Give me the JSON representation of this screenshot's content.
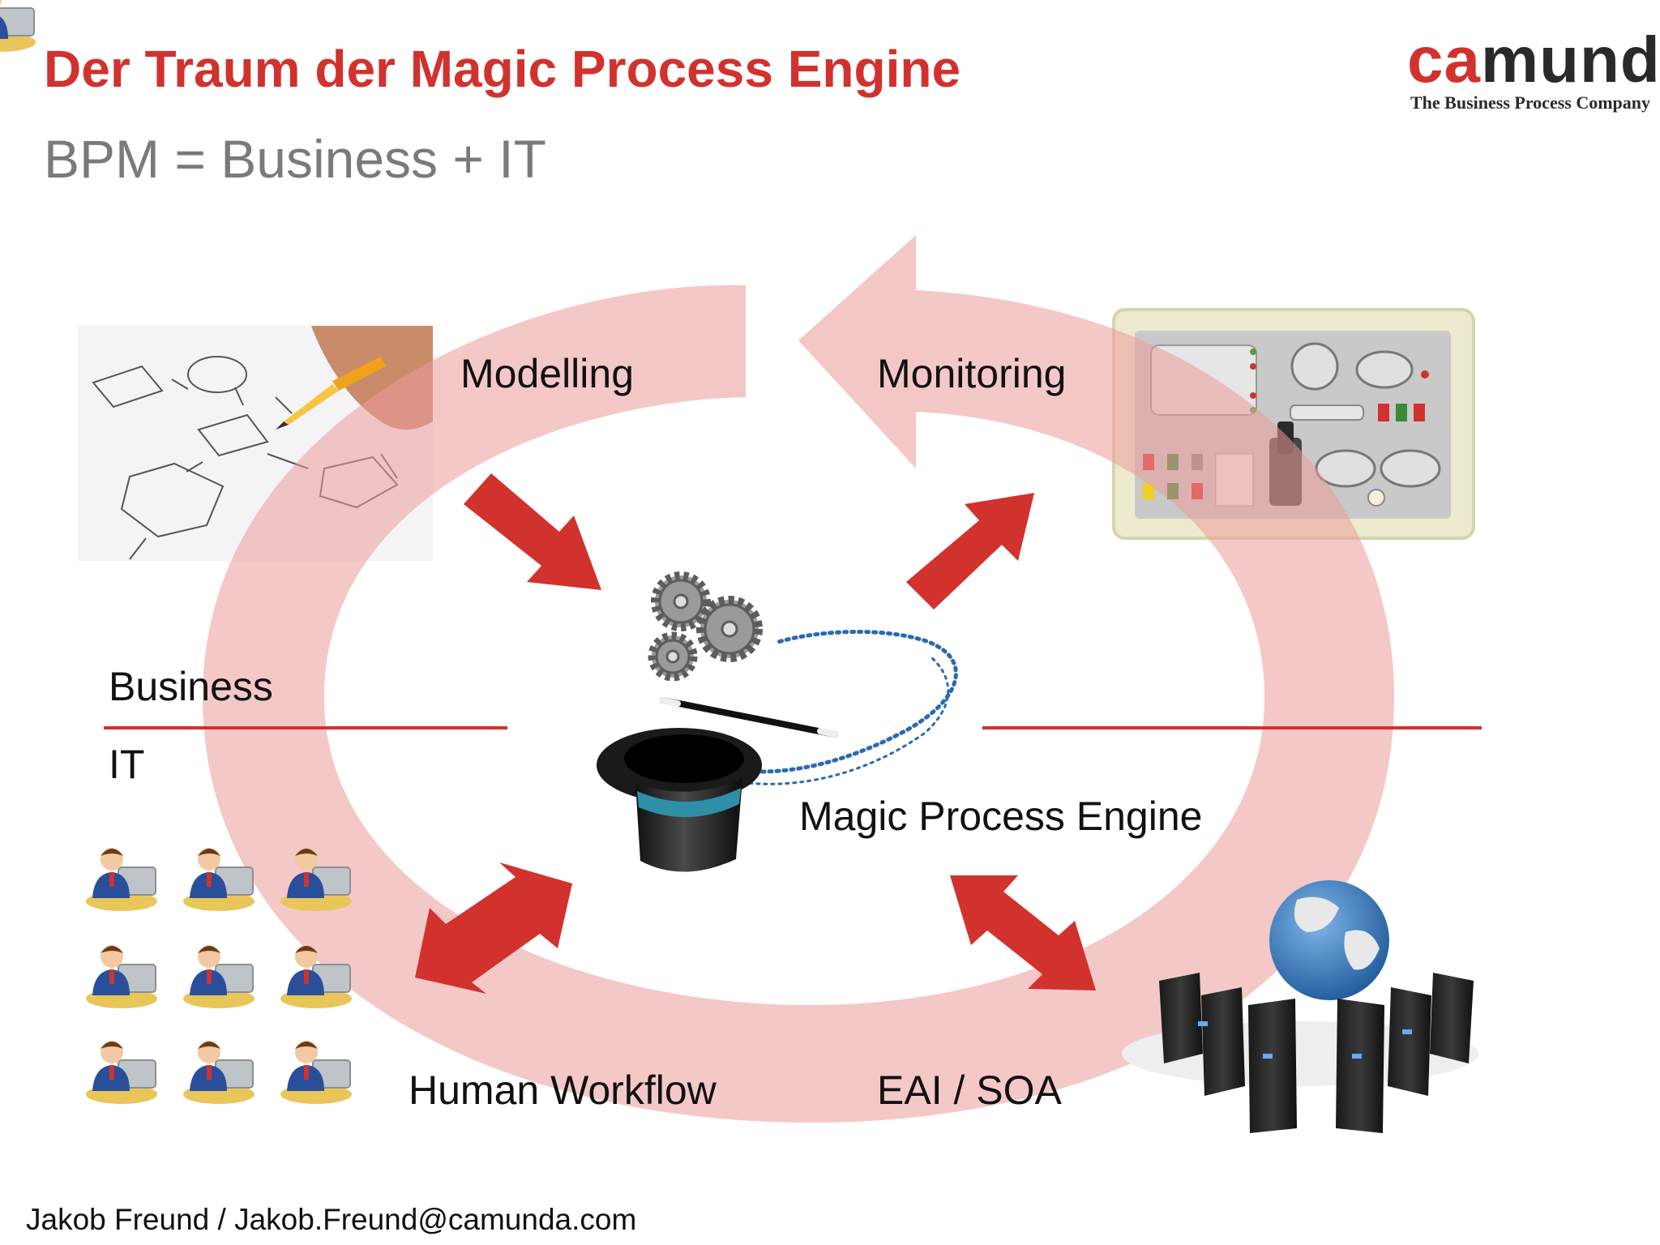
{
  "slide": {
    "title": "Der Traum der Magic Process Engine",
    "subtitle": "BPM = Business + IT",
    "footer": "Jakob Freund / Jakob.Freund@camunda.com"
  },
  "logo": {
    "word_accent": "ca",
    "word_rest": "munda",
    "tagline": "The Business Process Company"
  },
  "diagram": {
    "labels": {
      "modelling": "Modelling",
      "monitoring": "Monitoring",
      "business": "Business",
      "it": "IT",
      "engine": "Magic Process Engine",
      "human_workflow": "Human Workflow",
      "eai_soa": "EAI / SOA"
    },
    "icons": [
      "flowchart-sketch-icon",
      "control-panel-icon",
      "gears-icon",
      "magic-hat-icon",
      "people-at-computers-icon",
      "globe-servers-icon"
    ]
  },
  "colors": {
    "accent_red": "#d1322e",
    "cycle_pink": "#f4c8c8",
    "subtitle_gray": "#7a7a7a"
  }
}
